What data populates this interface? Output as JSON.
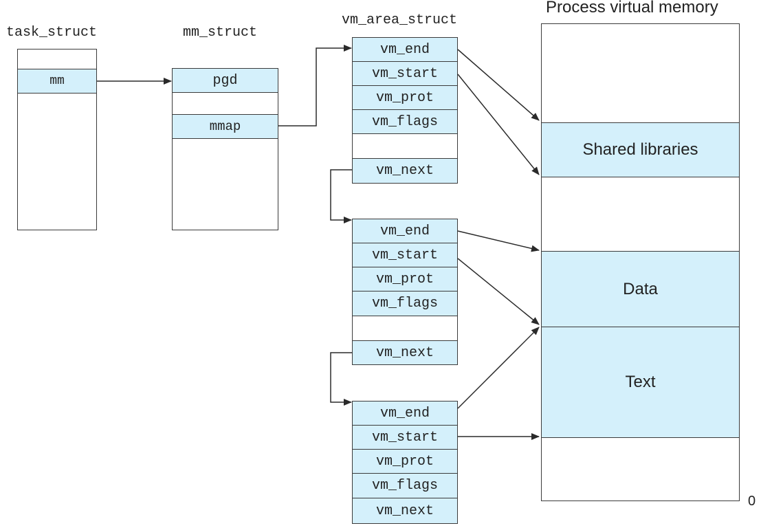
{
  "titles": {
    "task_struct": "task_struct",
    "mm_struct": "mm_struct",
    "vm_area_struct": "vm_area_struct",
    "memory": "Process virtual memory"
  },
  "task_struct": {
    "field": "mm"
  },
  "mm_struct": {
    "pgd": "pgd",
    "mmap": "mmap"
  },
  "vm_areas": [
    {
      "vm_end": "vm_end",
      "vm_start": "vm_start",
      "vm_prot": "vm_prot",
      "vm_flags": "vm_flags",
      "vm_next": "vm_next"
    },
    {
      "vm_end": "vm_end",
      "vm_start": "vm_start",
      "vm_prot": "vm_prot",
      "vm_flags": "vm_flags",
      "vm_next": "vm_next"
    },
    {
      "vm_end": "vm_end",
      "vm_start": "vm_start",
      "vm_prot": "vm_prot",
      "vm_flags": "vm_flags",
      "vm_next": "vm_next"
    }
  ],
  "memory_regions": {
    "shared": "Shared libraries",
    "data": "Data",
    "text": "Text"
  },
  "memory_zero": "0",
  "colors": {
    "fill": "#d4f0fb",
    "line": "#3a3a3a"
  }
}
